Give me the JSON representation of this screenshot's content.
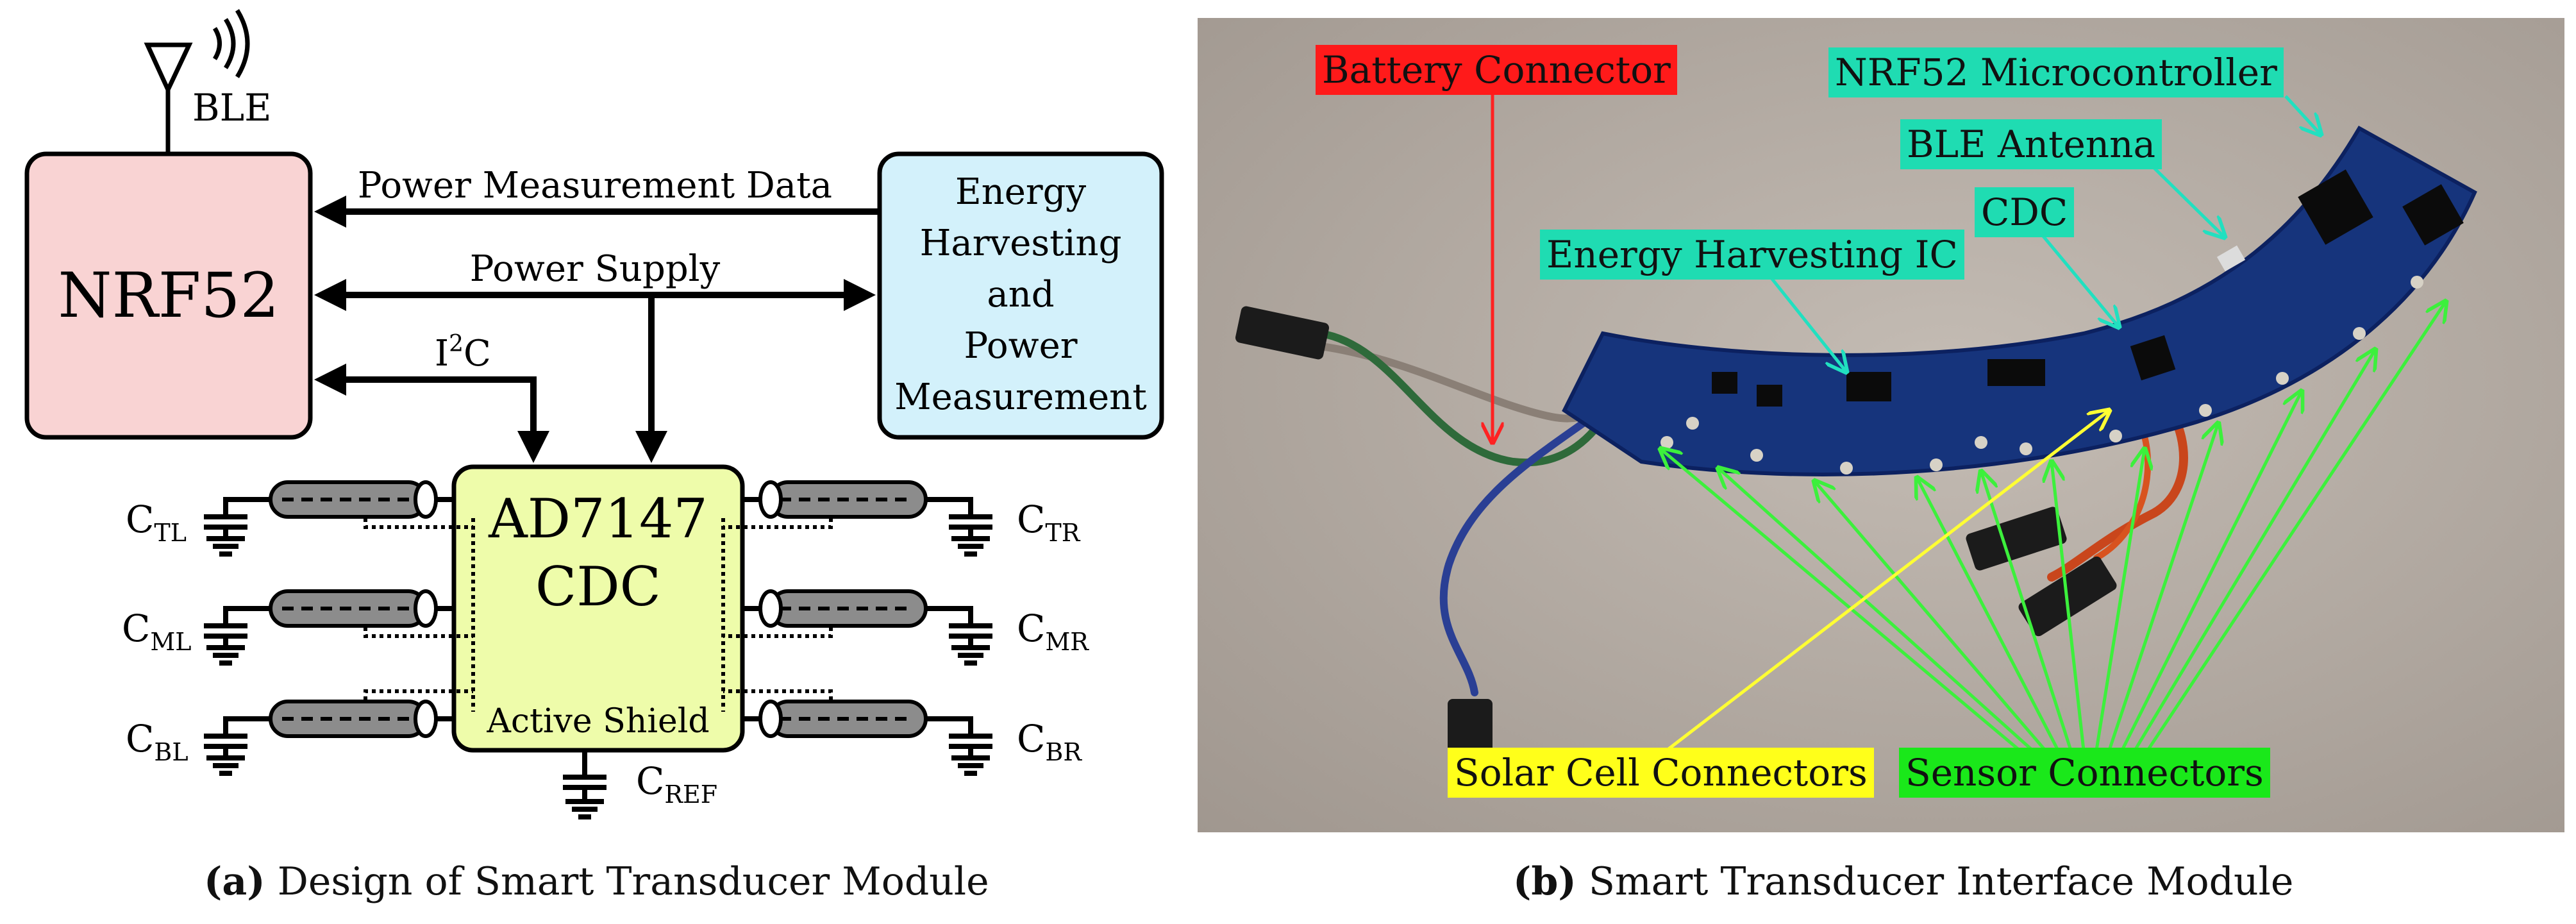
{
  "panel_a": {
    "caption_tag": "(a)",
    "caption_text": "Design of Smart Transducer Module",
    "antenna_label": "BLE",
    "nrf52_label": "NRF52",
    "energy_block_lines": [
      "Energy",
      "Harvesting",
      "and",
      "Power",
      "Measurement"
    ],
    "power_measurement_data_label": "Power Measurement Data",
    "power_supply_label": "Power Supply",
    "i2c_label_main": "I",
    "i2c_label_sup": "2",
    "i2c_label_tail": "C",
    "cdc_line1": "AD7147",
    "cdc_line2": "CDC",
    "active_shield_label": "Active Shield",
    "cap_letter": "C",
    "cap_tl_sub": "TL",
    "cap_ml_sub": "ML",
    "cap_bl_sub": "BL",
    "cap_tr_sub": "TR",
    "cap_mr_sub": "MR",
    "cap_br_sub": "BR",
    "cap_ref_sub": "REF",
    "colors": {
      "nrf52_fill": "#f9d3d3",
      "energy_fill": "#d3f1fb",
      "cdc_fill": "#eefcaa",
      "cable_fill": "#8c8c8c"
    }
  },
  "panel_b": {
    "caption_tag": "(b)",
    "caption_text": "Smart Transducer Interface Module",
    "battery_connector_label": "Battery Connector",
    "nrf52_microcontroller_label": "NRF52 Microcontroller",
    "ble_antenna_label": "BLE Antenna",
    "cdc_label": "CDC",
    "energy_harvesting_ic_label": "Energy Harvesting IC",
    "solar_cell_connectors_label": "Solar Cell Connectors",
    "sensor_connectors_label": "Sensor Connectors",
    "colors": {
      "battery_bg": "#ff1a1a",
      "teal_bg": "#1fdcb2",
      "solar_bg": "#ffff1a",
      "sensor_bg": "#1ae81a",
      "sensor_arrow": "#3cf03c",
      "solar_arrow": "#ffff33",
      "battery_arrow": "#ff2222",
      "teal_arrow": "#21e0c0",
      "pcb_blue": "#16347c",
      "background_photo": "#b7aea6"
    }
  }
}
